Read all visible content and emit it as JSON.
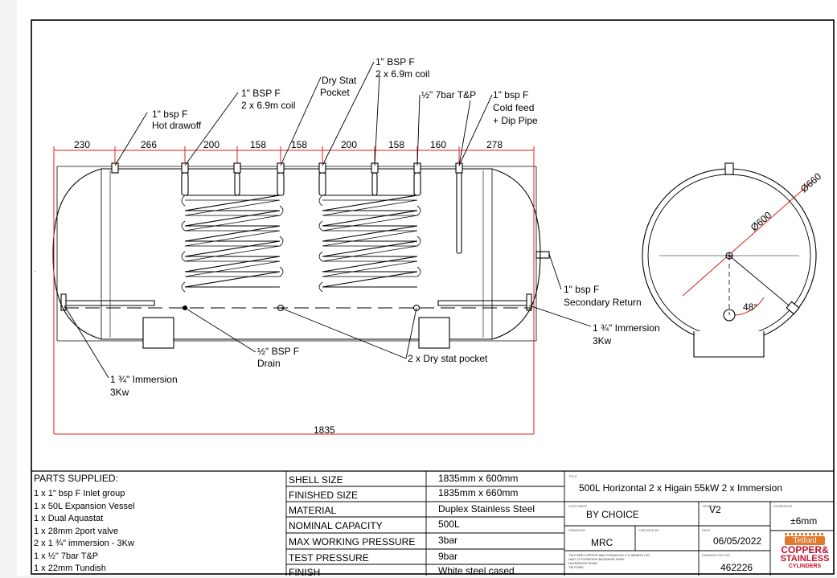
{
  "dimensions": {
    "top": [
      "230",
      "266",
      "200",
      "158",
      "158",
      "200",
      "158",
      "160",
      "278"
    ],
    "overall": "1835",
    "inner_diameter": "Ø600",
    "outer_diameter": "Ø660",
    "angle": "48°"
  },
  "callouts": {
    "hot_drawoff_1": "1\" bsp F",
    "hot_drawoff_2": "Hot drawoff",
    "coil_a_1": "1\" BSP F",
    "coil_a_2": "2 x 6.9m coil",
    "dry_stat_1": "Dry Stat",
    "dry_stat_2": "Pocket",
    "coil_b_1": "1\" BSP F",
    "coil_b_2": "2 x 6.9m coil",
    "tp_valve": "½\" 7bar T&P",
    "cold_feed_1": "1\" bsp F",
    "cold_feed_2": "Cold feed",
    "cold_feed_3": "+ Dip Pipe",
    "secondary_1": "1\" bsp F",
    "secondary_2": "Secondary Return",
    "immersion_r_1": "1 ¾\" Immersion",
    "immersion_r_2": "3Kw",
    "drain_1": "½\" BSP F",
    "drain_2": "Drain",
    "dry_stat_pockets": "2 x Dry stat pocket",
    "immersion_l_1": "1 ¾\" Immersion",
    "immersion_l_2": "3Kw"
  },
  "parts": {
    "heading": "PARTS SUPPLIED:",
    "items": [
      "1 x 1\" bsp F Inlet group",
      "1 x 50L Expansion Vessel",
      "1 x Dual Aquastat",
      "1 x 28mm 2port valve",
      "2 x 1 ¾\" immersion - 3Kw",
      "1 x ½\" 7bar T&P",
      "1 x 22mm Tundish"
    ]
  },
  "specs": [
    {
      "label": "SHELL SIZE",
      "value": "1835mm x 600mm"
    },
    {
      "label": "FINISHED SIZE",
      "value": "1835mm x 660mm"
    },
    {
      "label": "MATERIAL",
      "value": "Duplex Stainless Steel"
    },
    {
      "label": "NOMINAL CAPACITY",
      "value": "500L"
    },
    {
      "label": "MAX WORKING PRESSURE",
      "value": "3bar"
    },
    {
      "label": "TEST PRESSURE",
      "value": "9bar"
    },
    {
      "label": "FINISH",
      "value": "White steel cased"
    }
  ],
  "info": {
    "title_label": "TITLE",
    "title": "500L Horizontal 2 x Higain 55kW 2 x Immersion",
    "customer_label": "CUSTOMER",
    "customer": "BY CHOICE",
    "version_label": "VERSION",
    "version": "V2",
    "tolerance_label": "TOLERANCE",
    "tolerance": "±6mm",
    "drawn_by_label": "DRAWN BY",
    "drawn_by": "MRC",
    "checked_by_label": "CHECKED BY",
    "checked_by": "",
    "date_label": "DATE",
    "date": "06/05/2022",
    "company_lines": [
      "TELFORD COPPER AND STAINLESS CYLINDERS LTD",
      "UNIT 22 FURROWS BUSINESS PARK",
      "HAYBRIDGE ROAD",
      "TELFORD"
    ],
    "drawing_ref_label": "DRAWING REF NO",
    "drawing_ref": "462226"
  },
  "logo": {
    "line1": "Telford",
    "line2": "COPPER&",
    "line3": "STAINLESS",
    "line4": "CYLINDERS",
    "primary_color": "#c8102e",
    "accent_color": "#e07a2e"
  },
  "colors": {
    "dimension_red": "#e0201b",
    "line_black": "#000000"
  }
}
